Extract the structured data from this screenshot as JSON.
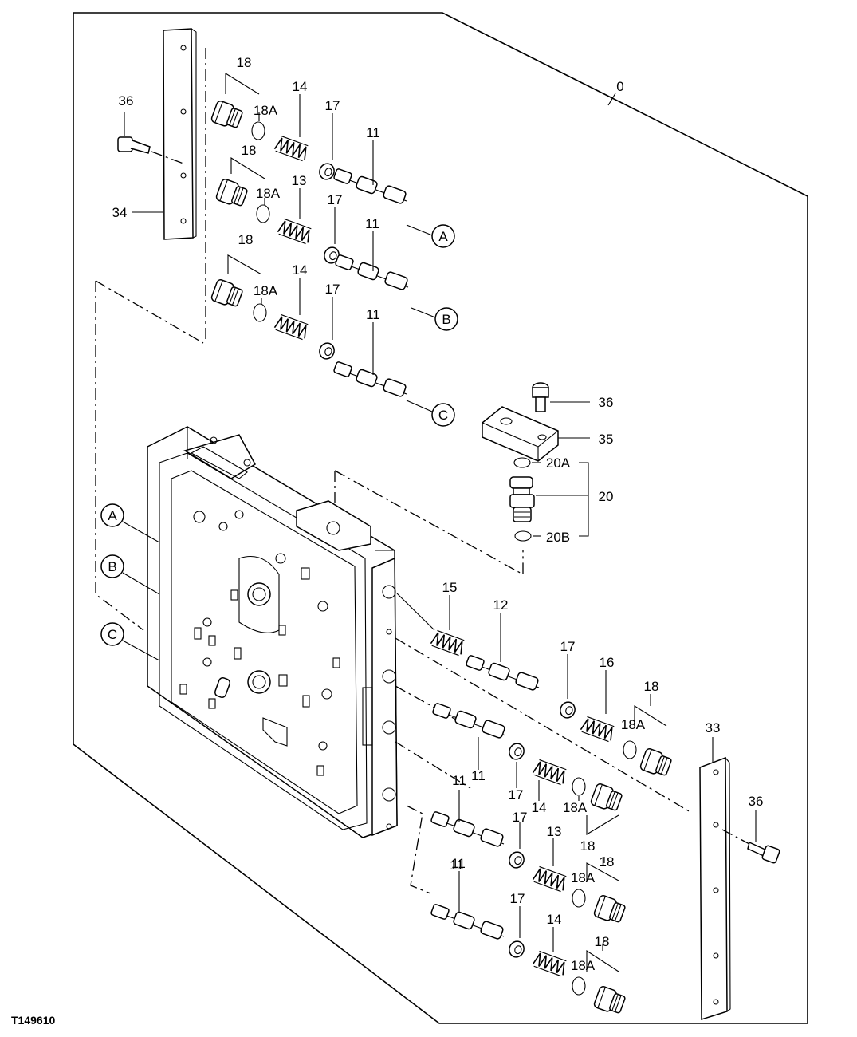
{
  "figure_id": "T149610",
  "labels": {
    "l_0": "0",
    "l_36_top": "36",
    "l_34": "34",
    "l_18_r1": "18",
    "l_18a_r1": "18A",
    "l_14_r1": "14",
    "l_17_r1": "17",
    "l_11_r1": "11",
    "l_18_r2": "18",
    "l_18a_r2": "18A",
    "l_13_r2": "13",
    "l_17_r2": "17",
    "l_11_r2": "11",
    "l_18_r3": "18",
    "l_18a_r3": "18A",
    "l_14_r3": "14",
    "l_17_r3": "17",
    "l_11_r3": "11",
    "l_36_mid": "36",
    "l_35": "35",
    "l_20a": "20A",
    "l_20": "20",
    "l_20b": "20B",
    "l_15": "15",
    "l_12": "12",
    "l_17_p": "17",
    "l_16": "16",
    "l_18_p": "18",
    "l_18a_p": "18A",
    "l_33": "33",
    "l_36_right": "36",
    "l_11_b1a": "11",
    "l_11_b1b": "11",
    "l_17_b1": "17",
    "l_14_b1": "14",
    "l_18a_b1": "18A",
    "l_18_b1": "18",
    "l_11_b2": "11",
    "l_17_b2": "17",
    "l_13_b2": "13",
    "l_18a_b2": "18A",
    "l_18_b2": "18",
    "l_11_b3": "11",
    "l_17_b3": "17",
    "l_14_b3": "14",
    "l_18a_b3": "18A",
    "l_18_b3": "18"
  },
  "callouts": {
    "a_top": "A",
    "b_top": "B",
    "c_top": "C",
    "a_left": "A",
    "b_left": "B",
    "c_left": "C"
  }
}
